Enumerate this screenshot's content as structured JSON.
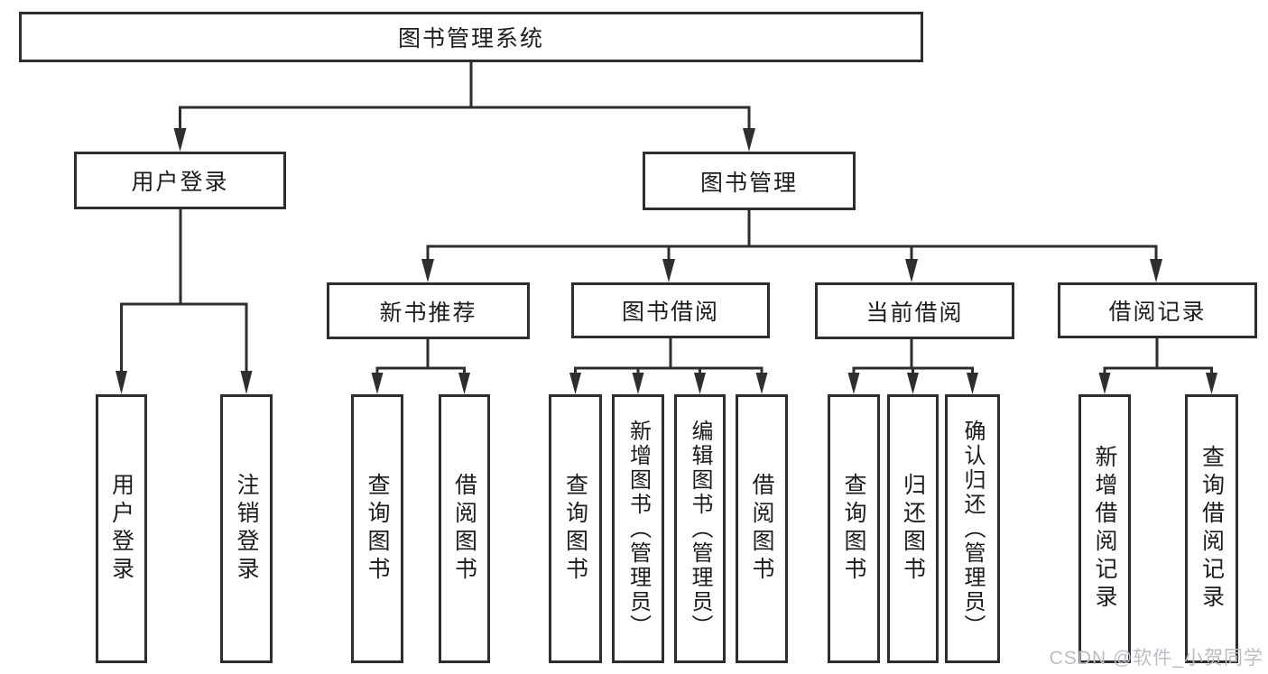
{
  "diagram": {
    "type": "tree",
    "tree": {
      "label": "图书管理系统",
      "children": [
        {
          "label": "用户登录",
          "children": [
            {
              "label": "用户登录"
            },
            {
              "label": "注销登录"
            }
          ]
        },
        {
          "label": "图书管理",
          "children": [
            {
              "label": "新书推荐",
              "children": [
                {
                  "label": "查询图书"
                },
                {
                  "label": "借阅图书"
                }
              ]
            },
            {
              "label": "图书借阅",
              "children": [
                {
                  "label": "查询图书"
                },
                {
                  "label": "新增图书（管理员）"
                },
                {
                  "label": "编辑图书（管理员）"
                },
                {
                  "label": "借阅图书"
                }
              ]
            },
            {
              "label": "当前借阅",
              "children": [
                {
                  "label": "查询图书"
                },
                {
                  "label": "归还图书"
                },
                {
                  "label": "确认归还（管理员）"
                }
              ]
            },
            {
              "label": "借阅记录",
              "children": [
                {
                  "label": "新增借阅记录"
                },
                {
                  "label": "查询借阅记录"
                }
              ]
            }
          ]
        }
      ]
    }
  },
  "colors": {
    "line": "#2e2e2e",
    "text": "#1c1c1c",
    "background": "#ffffff",
    "watermark": "#b9bdc4"
  },
  "watermark": {
    "text": "CSDN @软件_小贺同学"
  }
}
